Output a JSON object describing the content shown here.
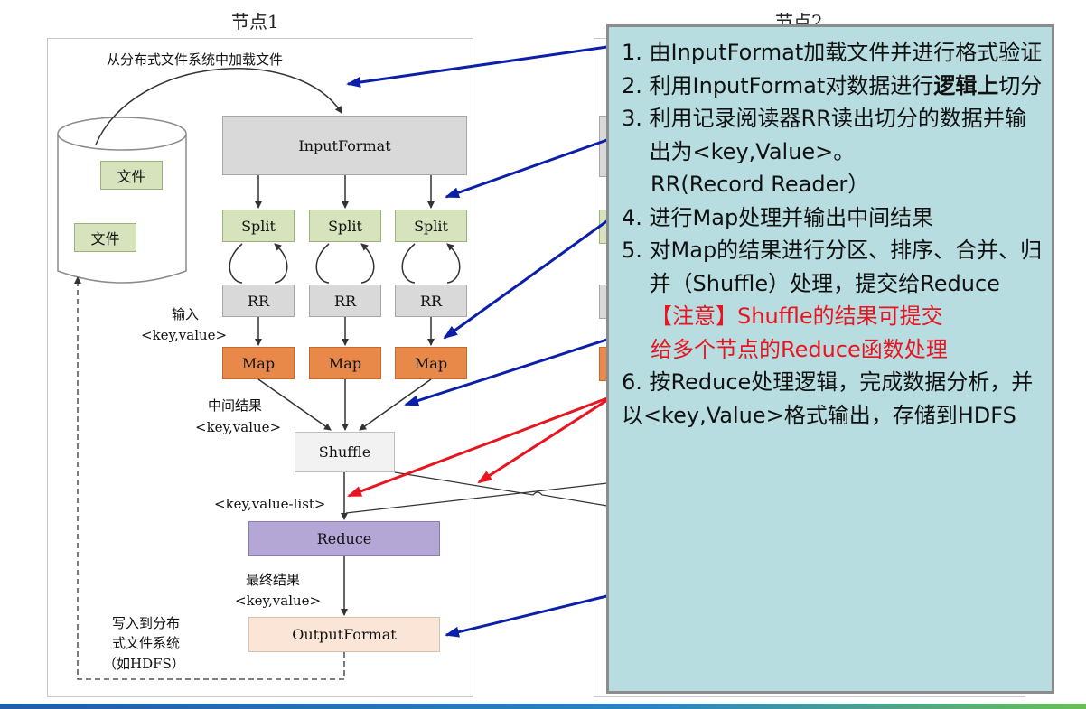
{
  "node1": {
    "title": "节点1",
    "load_label": "从分布式文件系统中加载文件",
    "file_label_1": "文件",
    "file_label_2": "文件",
    "input_format": "InputFormat",
    "split": "Split",
    "rr": "RR",
    "map": "Map",
    "input_label_1": "输入",
    "input_label_2": "<key,value>",
    "mid_label_1": "中间结果",
    "mid_label_2": "<key,value>",
    "shuffle": "Shuffle",
    "list_label": "<key,value-list>",
    "reduce": "Reduce",
    "final_label_1": "最终结果",
    "final_label_2": "<key,value>",
    "output_format": "OutputFormat",
    "write_label_1": "写入到分布",
    "write_label_2": "式文件系统",
    "write_label_3": "（如HDFS）"
  },
  "node2": {
    "title": "节点2"
  },
  "callout": {
    "s1_num": "1. ",
    "s1_text": "由InputFormat加载文件并进行格式验证",
    "s2_num": "2. ",
    "s2_pre": "利用InputFormat对数据进行",
    "s2_bold": "逻辑上",
    "s2_post": "切分",
    "s3_num": "3. ",
    "s3_text": "利用记录阅读器RR读出切分的数据并输出为<key,Value>。",
    "s3_text2": "RR(Record Reader）",
    "s4_num": "4. ",
    "s4_text": "进行Map处理并输出中间结果",
    "s5_num": "5. ",
    "s5_text": "对Map的结果进行分区、排序、合并、归并（Shuffle）处理，提交给Reduce",
    "note_1": "【注意】Shuffle的结果可提交",
    "note_2": "给多个节点的Reduce函数处理",
    "s6_text": "6. 按Reduce处理逻辑，完成数据分析，并以<key,Value>格式输出，存储到HDFS"
  },
  "colors": {
    "callout_bg": "#b7dde0",
    "blue_arrow": "#0b1fa8",
    "red_arrow": "#e8141f",
    "map_orange": "#e8894a",
    "split_green": "#d6e3bc",
    "reduce_purple": "#b4a7d6"
  }
}
